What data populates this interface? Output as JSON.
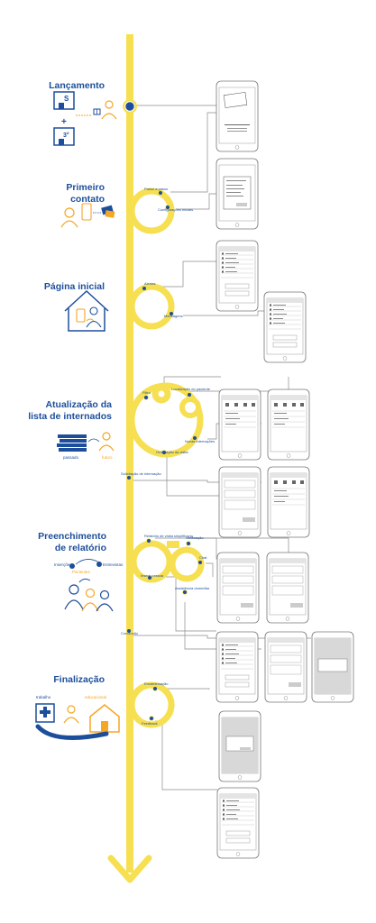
{
  "stages": [
    {
      "title_lines": [
        "Lançamento"
      ]
    },
    {
      "title_lines": [
        "Primeiro",
        "contato"
      ]
    },
    {
      "title_lines": [
        "Página inicial"
      ]
    },
    {
      "title_lines": [
        "Atualização da",
        "lista de internados"
      ]
    },
    {
      "title_lines": [
        "Preenchimento",
        "de relatório"
      ]
    },
    {
      "title_lines": [
        "Finalização"
      ]
    }
  ],
  "launch_icons": {
    "building_top": "S",
    "building_bottom": "3°",
    "plus": "+"
  },
  "primeiro_contato_points": [
    "Passo a passo",
    "Configurações Iniciais"
  ],
  "pagina_inicial_points": [
    "Alertas",
    "Mensagens"
  ],
  "atualizacao_points": [
    "Filtro",
    "Localização do paciente",
    "Novas internações",
    "Ordenação da visita"
  ],
  "atualizacao_icon": {
    "past": "passado",
    "future": "futuro"
  },
  "decision_solicitacao": "Solicitação de internação",
  "relatorio_points": [
    "Relatório de visita simplificado",
    "Verificação",
    "Chat",
    "Inserir pessoa",
    "Assistência domiciliar"
  ],
  "relatorio_icon": {
    "left": "Inserções",
    "right": "Entrevistas",
    "bottom": "Pacientes"
  },
  "decision_conclusao": "Conclusão",
  "finalizacao_points": [
    "Encaminhação",
    "Feedback"
  ],
  "finalizacao_icon": {
    "work": "trabalho",
    "home": "educacional"
  },
  "colors": {
    "primary": "#1d4e9b",
    "accent": "#f7df52",
    "orange": "#f5a623",
    "phone": "#777777"
  }
}
